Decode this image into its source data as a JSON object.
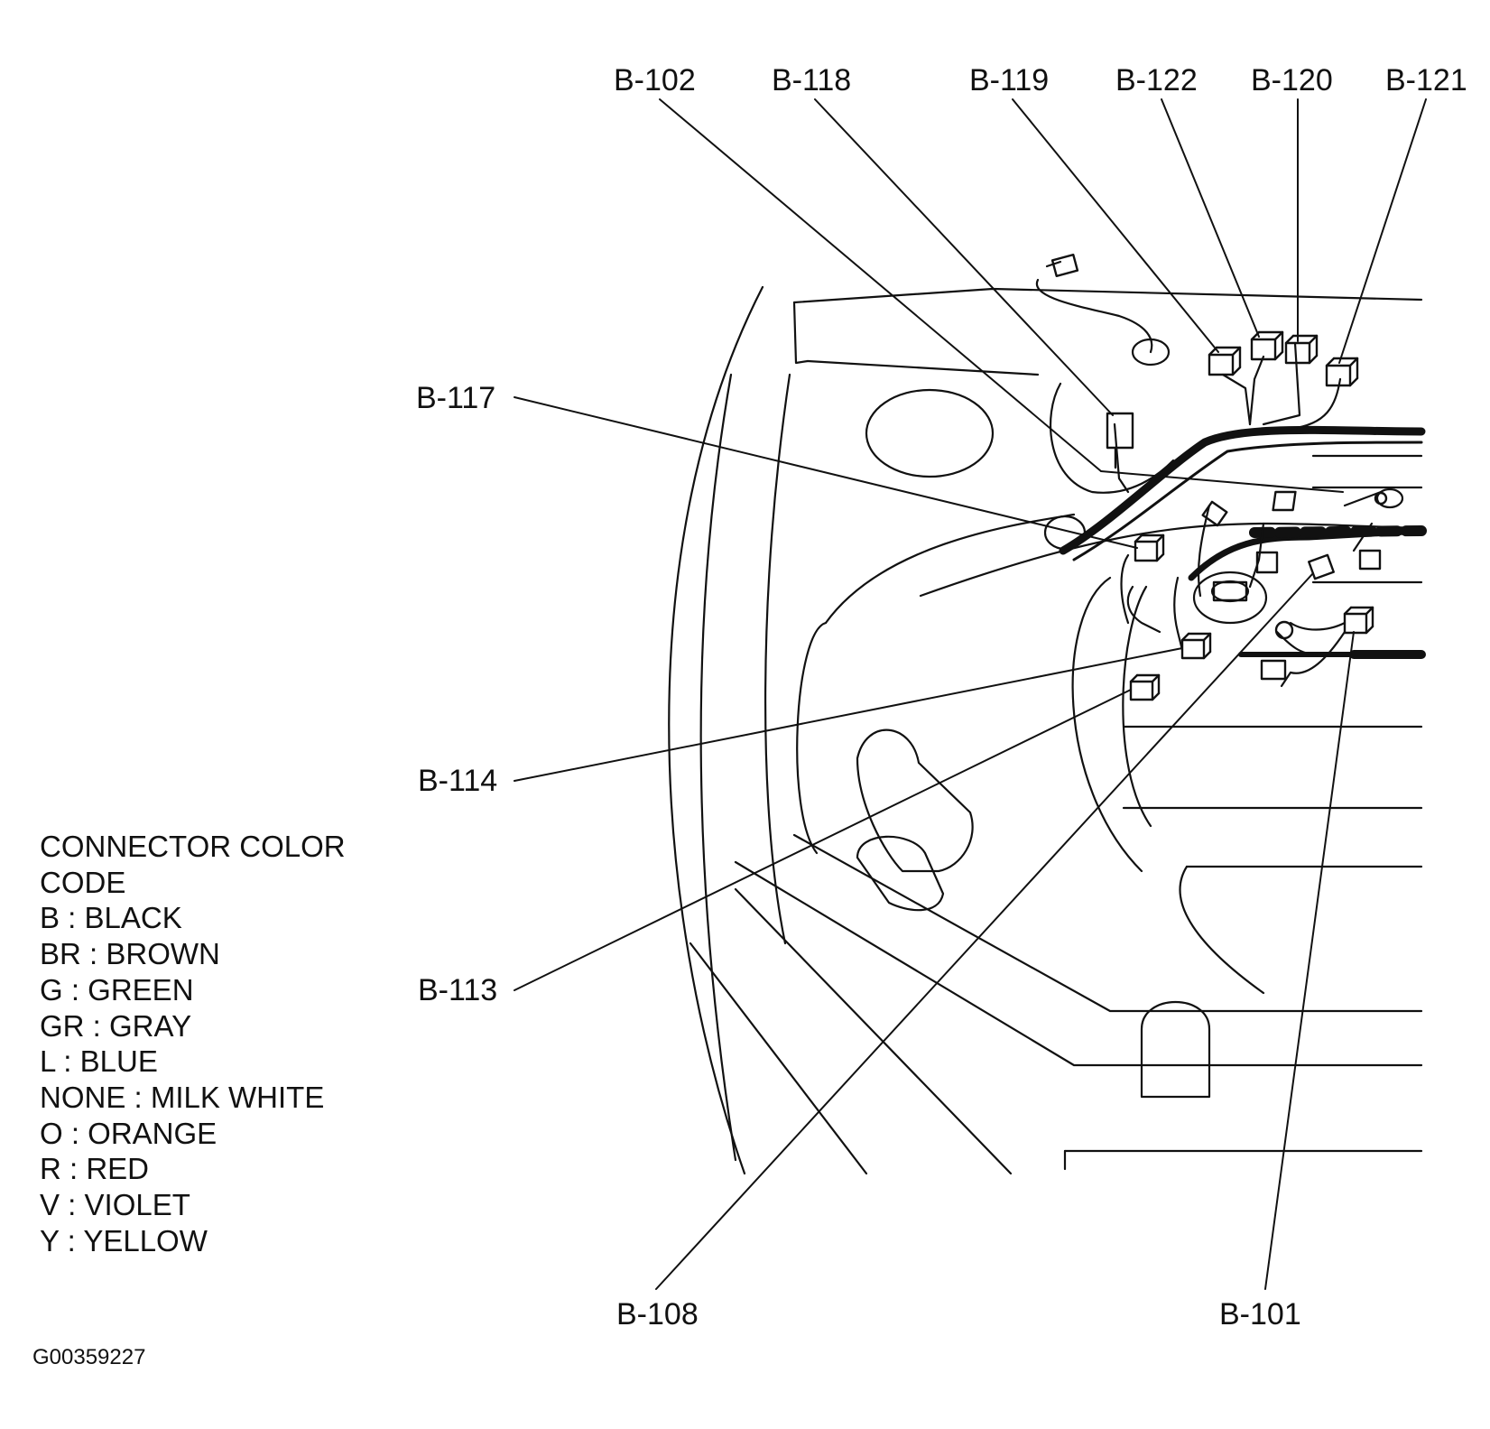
{
  "callouts": {
    "b102": "B-102",
    "b118": "B-118",
    "b119": "B-119",
    "b122": "B-122",
    "b120": "B-120",
    "b121": "B-121",
    "b117": "B-117",
    "b114": "B-114",
    "b113": "B-113",
    "b108": "B-108",
    "b101": "B-101"
  },
  "legend": {
    "title_line1": "CONNECTOR COLOR",
    "title_line2": "CODE",
    "items": [
      "B : BLACK",
      "BR : BROWN",
      "G : GREEN",
      "GR : GRAY",
      "L : BLUE",
      "NONE : MILK WHITE",
      "O : ORANGE",
      "R : RED",
      "V : VIOLET",
      "Y : YELLOW"
    ]
  },
  "figure_id": "G00359227"
}
